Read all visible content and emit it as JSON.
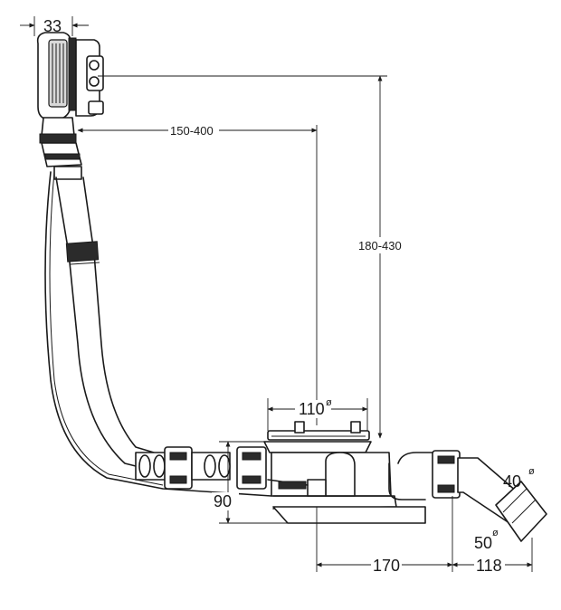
{
  "dimensions": {
    "overflow_width": "33",
    "overflow_to_drain": "150-400",
    "height_range": "180-430",
    "drain_diameter": "110",
    "drain_diameter_symbol": "ø",
    "body_height": "90",
    "drain_to_outlet": "170",
    "outlet_length": "118",
    "outlet_inner_diameter": "40",
    "outlet_inner_symbol": "ø",
    "outlet_outer_diameter": "50",
    "outlet_outer_symbol": "ø"
  }
}
